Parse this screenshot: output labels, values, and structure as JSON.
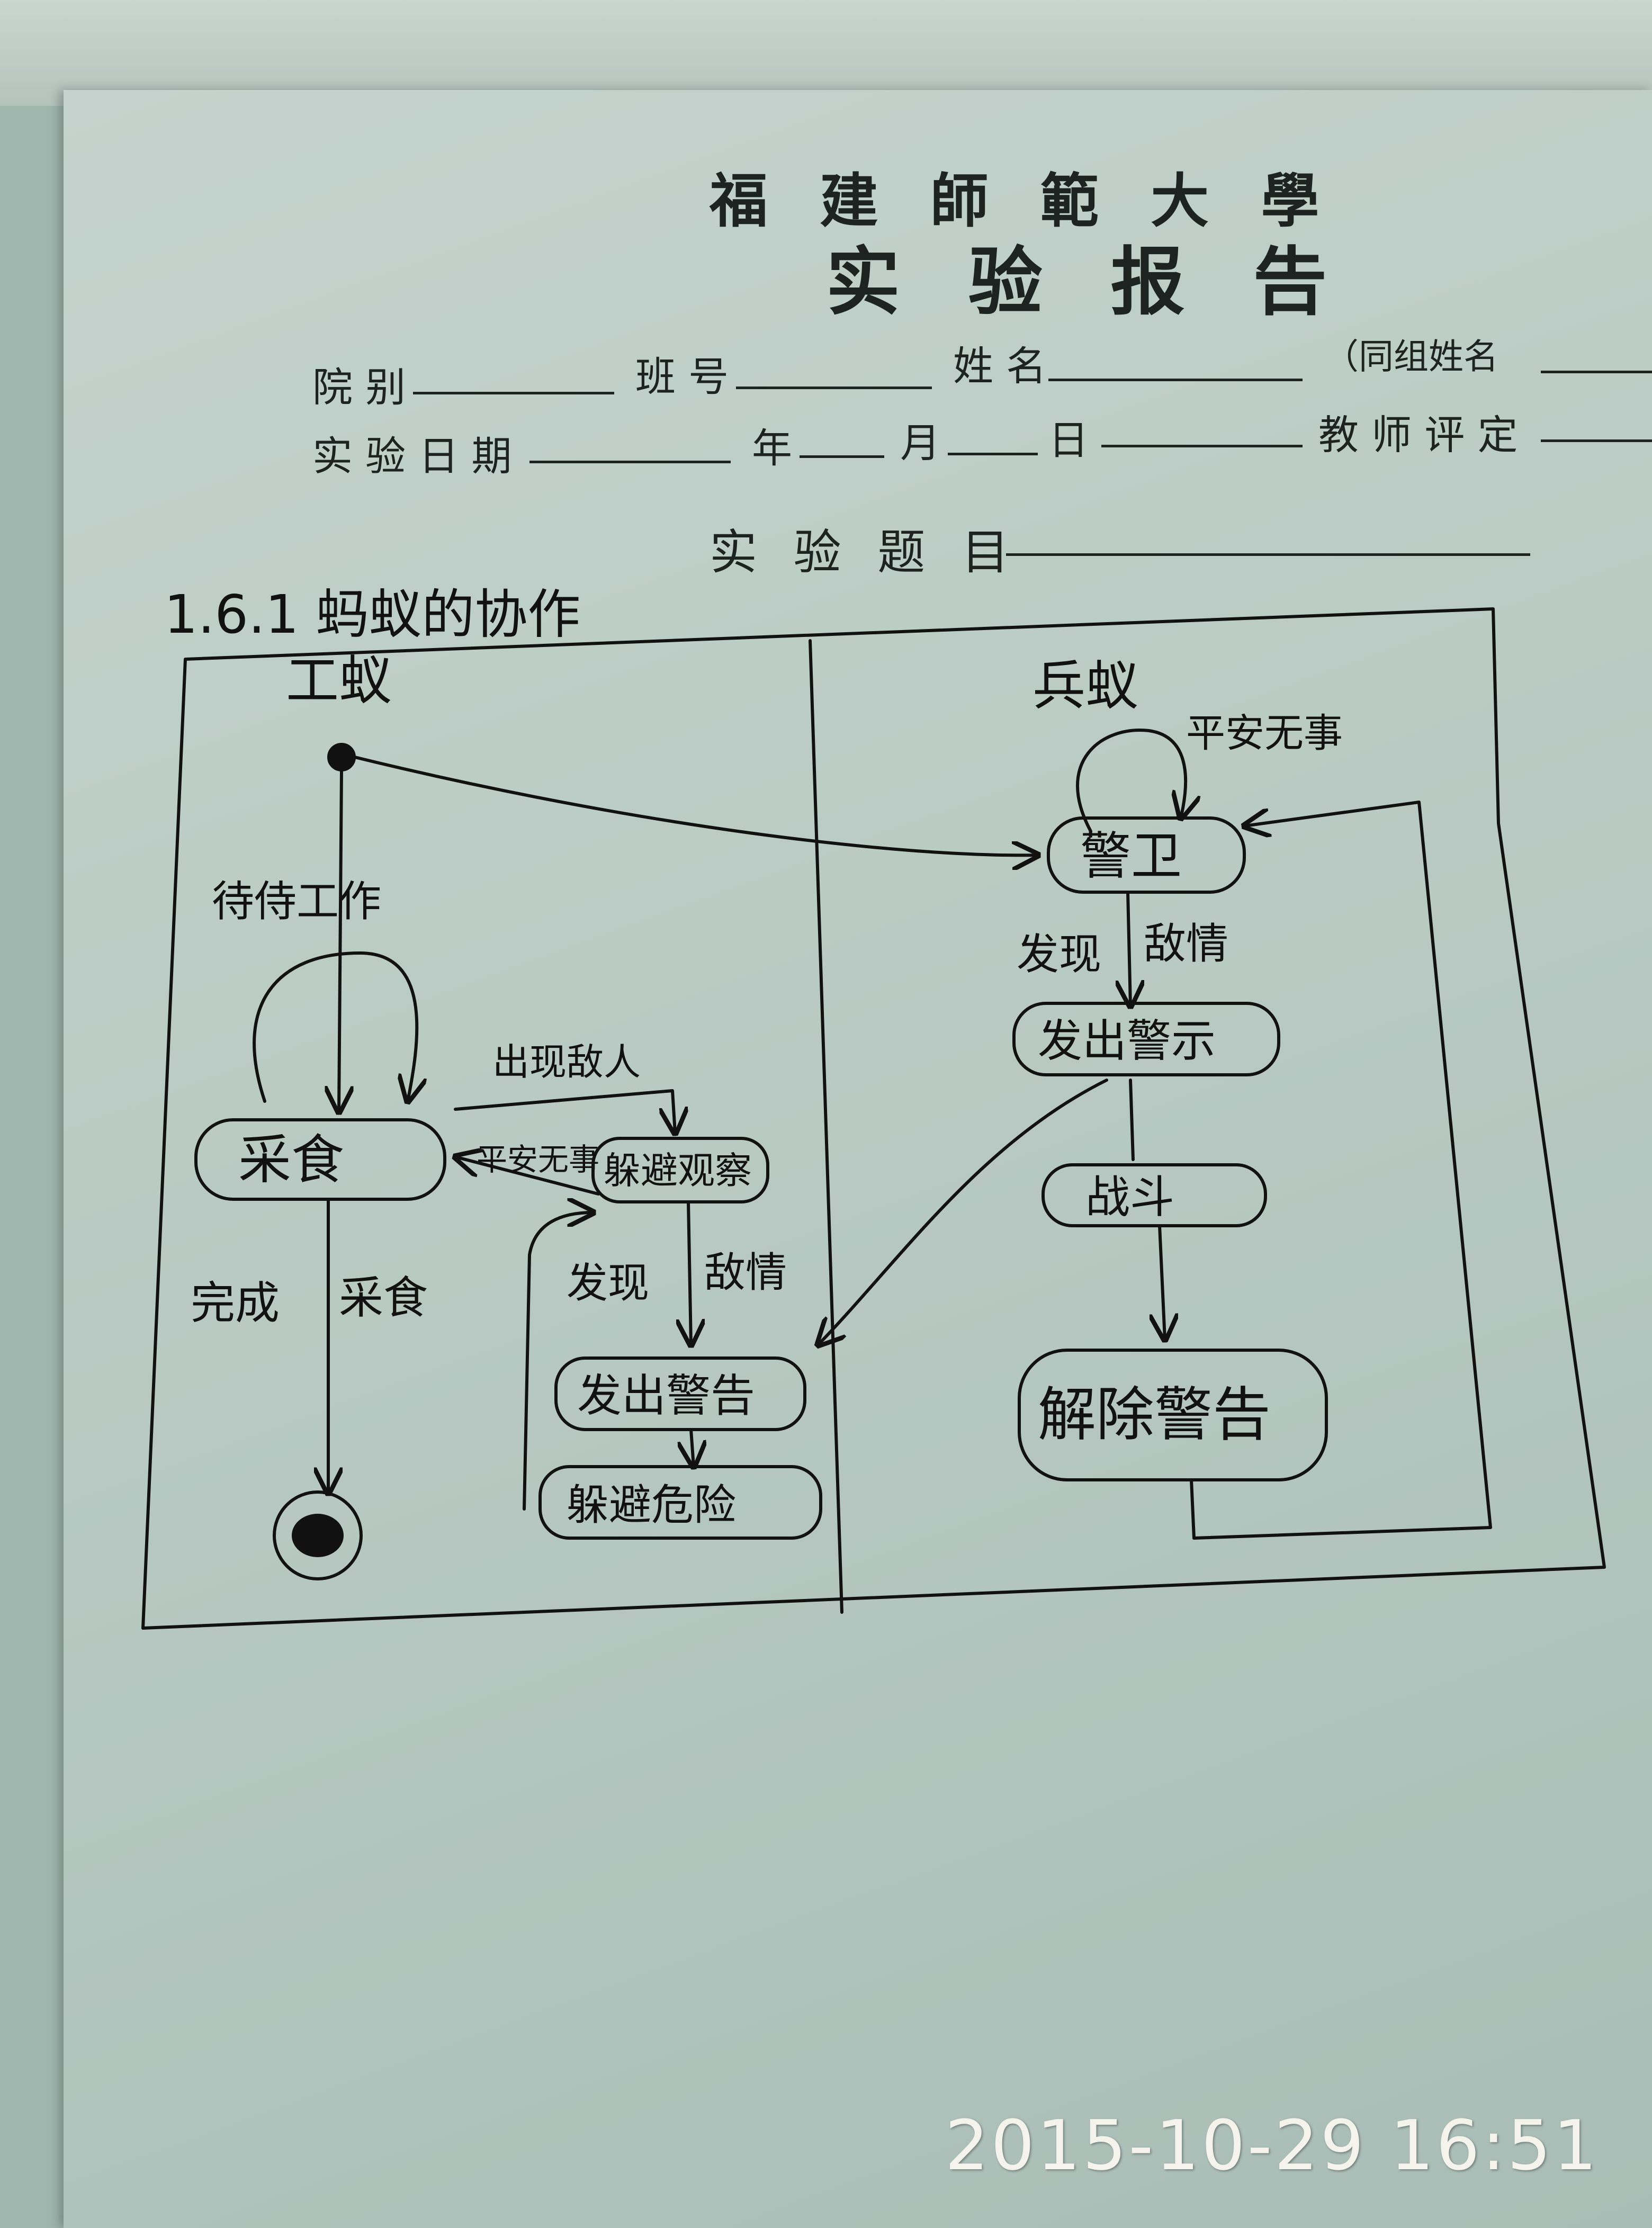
{
  "header": {
    "university": "福 建 師 範 大 學",
    "report_title": "实 验 报 告"
  },
  "form": {
    "college_label": "院 别",
    "class_label": "班 号",
    "name_label": "姓 名",
    "group_label": "（同组姓名",
    "date_label": "实 验 日 期",
    "year_label": "年",
    "month_label": "月",
    "day_label": "日",
    "teacher_label": "教 师 评 定",
    "topic_label": "实 验 题 目"
  },
  "diagram": {
    "title": "1.6.1 蚂蚁的协作",
    "lanes": {
      "left": "工蚁",
      "right": "兵蚁"
    },
    "left_nodes": {
      "forage": "采食",
      "evade": "躲避观察",
      "warn": "发出警告",
      "avoid": "躲避危险"
    },
    "right_nodes": {
      "patrol": "警卫",
      "warn": "发出警示",
      "fight": "战斗",
      "cancel": "解除警告"
    },
    "edges": {
      "wait_work": "待侍工作",
      "danger_attack": "出现敌人",
      "safe": "平安无事",
      "done": "完成",
      "forage_label": "采食",
      "find_enemy_left": "发现",
      "enemy_left": "敌情",
      "safe_right": "平安无事",
      "find_enemy_right": "发现",
      "enemy_right": "敌情"
    }
  },
  "timestamp": "2015-10-29 16:51"
}
